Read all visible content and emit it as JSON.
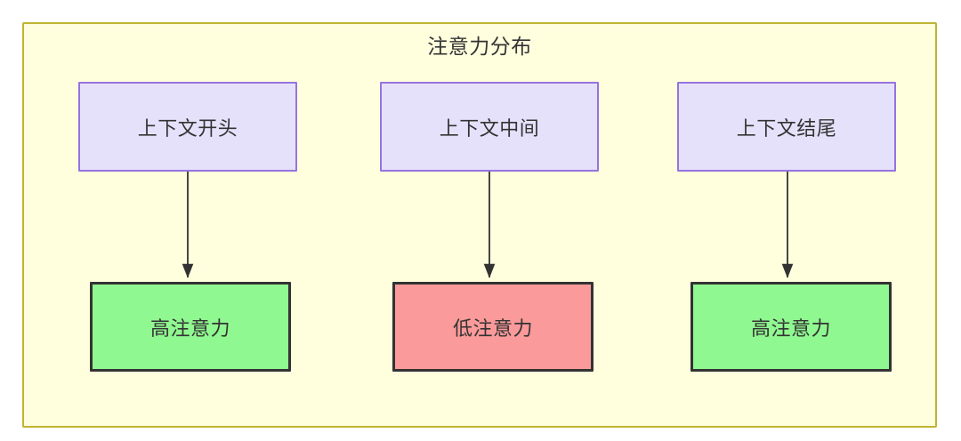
{
  "diagram": {
    "title": "注意力分布",
    "background_color": "#ffffff",
    "container": {
      "fill": "#ffffde",
      "border_color": "#bfb434"
    },
    "nodes": {
      "context": [
        {
          "id": "ctx-start",
          "label": "上下文开头",
          "fill": "#e6e1fb",
          "border": "#9673e0"
        },
        {
          "id": "ctx-middle",
          "label": "上下文中间",
          "fill": "#e6e1fb",
          "border": "#9673e0"
        },
        {
          "id": "ctx-end",
          "label": "上下文结尾",
          "fill": "#e6e1fb",
          "border": "#9673e0"
        }
      ],
      "attention": [
        {
          "id": "attn-start",
          "label": "高注意力",
          "fill": "#90f890",
          "border": "#333333",
          "level": "high"
        },
        {
          "id": "attn-middle",
          "label": "低注意力",
          "fill": "#fb9a9a",
          "border": "#333333",
          "level": "low"
        },
        {
          "id": "attn-end",
          "label": "高注意力",
          "fill": "#90f890",
          "border": "#333333",
          "level": "high"
        }
      ]
    },
    "edges": [
      {
        "from": "ctx-start",
        "to": "attn-start",
        "label": ""
      },
      {
        "from": "ctx-middle",
        "to": "attn-middle",
        "label": ""
      },
      {
        "from": "ctx-end",
        "to": "attn-end",
        "label": ""
      }
    ]
  }
}
